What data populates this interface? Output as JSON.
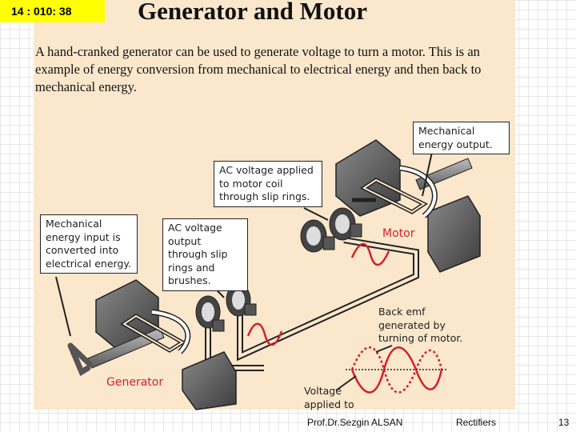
{
  "slide": {
    "timer": "14 : 010: 38",
    "title": "Generator and Motor",
    "intro": "A hand-cranked generator can be used to generate voltage to turn a motor. This is an example of energy conversion from mechanical to electrical energy and then back to mechanical energy."
  },
  "callouts": {
    "mech_output": "Mechanical energy output.",
    "ac_applied": "AC voltage applied to motor coil through slip rings.",
    "mech_input": "Mechanical energy input is converted into electrical energy.",
    "ac_output": "AC voltage output through slip rings and brushes.",
    "back_emf": "Back emf generated by turning of motor.",
    "voltage_applied": "Voltage applied to"
  },
  "labels": {
    "motor": "Motor",
    "generator": "Generator"
  },
  "footer": {
    "author": "Prof.Dr.Sezgin ALSAN",
    "topic": "Rectifiers",
    "page": "13"
  },
  "colors": {
    "panel_bg": "#fbe7cc",
    "timer_bg": "#ffff00",
    "accent_red": "#d4202a",
    "magnet_gray": "#555555"
  }
}
